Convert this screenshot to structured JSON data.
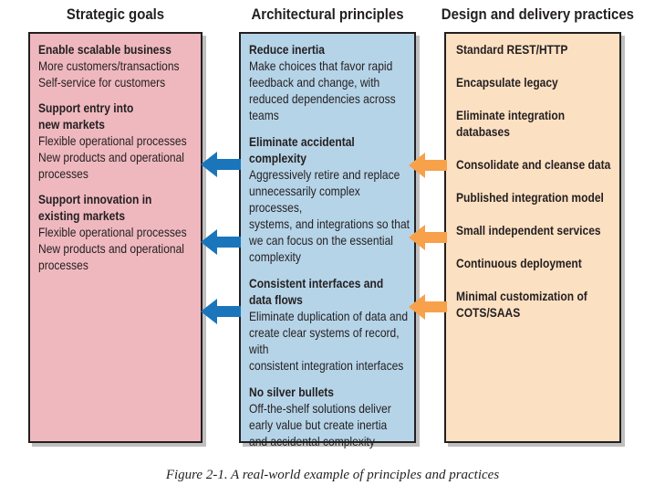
{
  "columns": {
    "goals": {
      "title": "Strategic goals",
      "items": [
        {
          "title": "Enable scalable business",
          "desc": "More customers/transactions\nSelf-service for customers"
        },
        {
          "title": "Support entry into\nnew markets",
          "desc": "Flexible operational processes\nNew products and operational\nprocesses"
        },
        {
          "title": "Support innovation in\nexisting markets",
          "desc": "Flexible operational processes\nNew products and operational\nprocesses"
        }
      ]
    },
    "principles": {
      "title": "Architectural principles",
      "items": [
        {
          "title": "Reduce inertia",
          "desc": "Make choices that favor rapid\nfeedback and change, with\nreduced dependencies across\nteams"
        },
        {
          "title": "Eliminate accidental\ncomplexity",
          "desc": "Aggressively retire and replace\nunnecessarily complex processes,\nsystems, and integrations so that\nwe can focus on the essential\ncomplexity"
        },
        {
          "title": "Consistent interfaces and\ndata flows",
          "desc": "Eliminate duplication of data and\ncreate clear systems of record, with\nconsistent integration interfaces"
        },
        {
          "title": "No silver bullets",
          "desc": "Off-the-shelf solutions deliver\nearly value but create inertia\nand accidental complexity"
        }
      ]
    },
    "practices": {
      "title": "Design and delivery practices",
      "items": [
        "Standard REST/HTTP",
        "Encapsulate legacy",
        "Eliminate integration\ndatabases",
        "Consolidate and cleanse data",
        "Published integration model",
        "Small independent services",
        "Continuous deployment",
        "Minimal customization of\nCOTS/SAAS"
      ]
    }
  },
  "caption": "Figure 2-1. A real-world example of principles and practices",
  "colors": {
    "goals_fill": "#efb8bf",
    "principles_fill": "#b6d4e8",
    "practices_fill": "#fce0c2",
    "blue_arrow": "#1a75bb",
    "orange_arrow": "#f7a14a"
  }
}
